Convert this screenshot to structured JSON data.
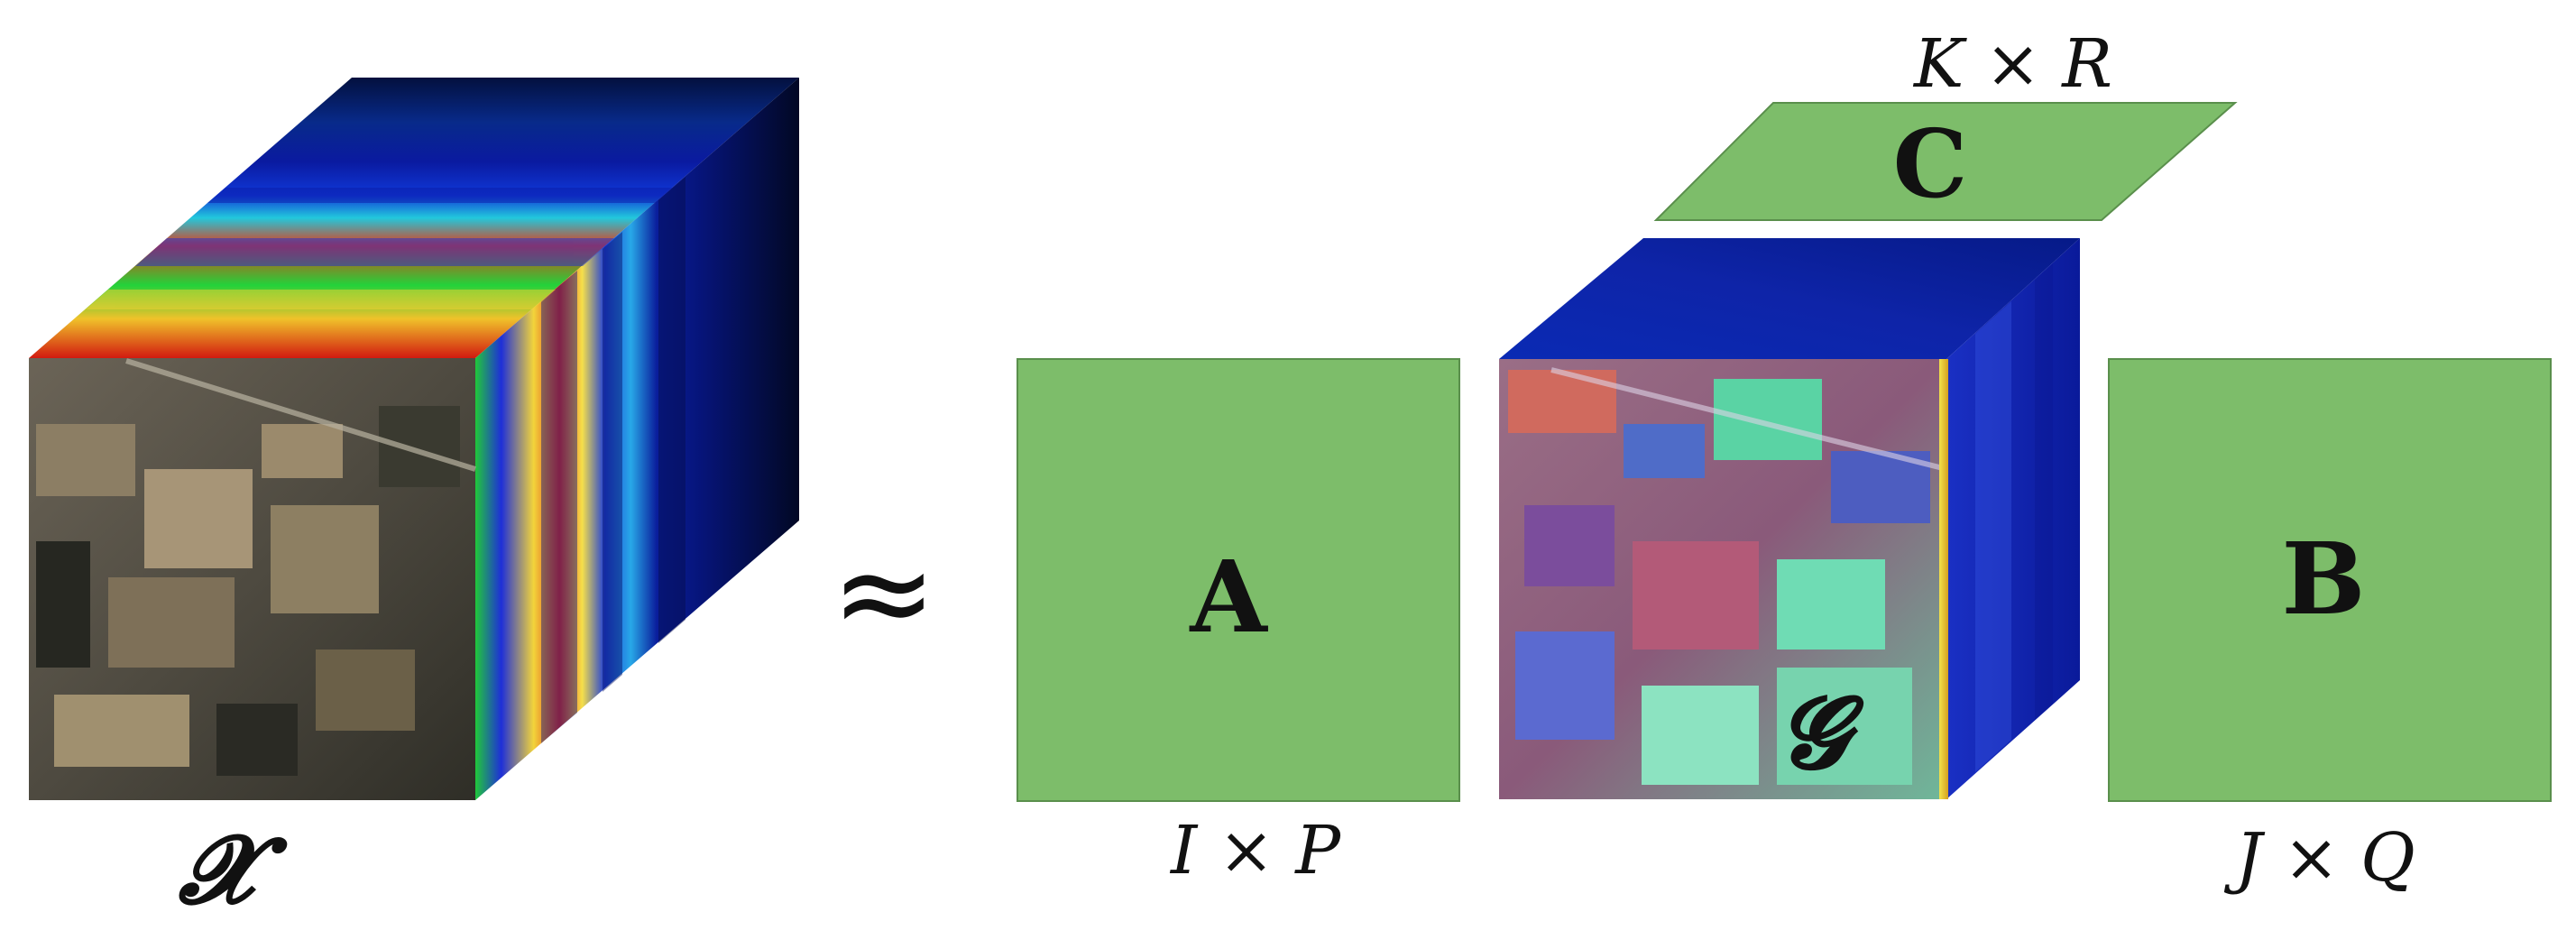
{
  "tensor_x": {
    "symbol": "𝓧"
  },
  "approx_symbol": "≈",
  "factor_a": {
    "name": "A",
    "dims": "I × P"
  },
  "core_tensor": {
    "symbol": "𝓖"
  },
  "factor_c": {
    "name": "C",
    "dims": "K × R"
  },
  "factor_b": {
    "name": "B",
    "dims": "J × Q"
  },
  "colors": {
    "factor_fill": "#7dbd6a",
    "factor_stroke": "#5a8f4c"
  }
}
